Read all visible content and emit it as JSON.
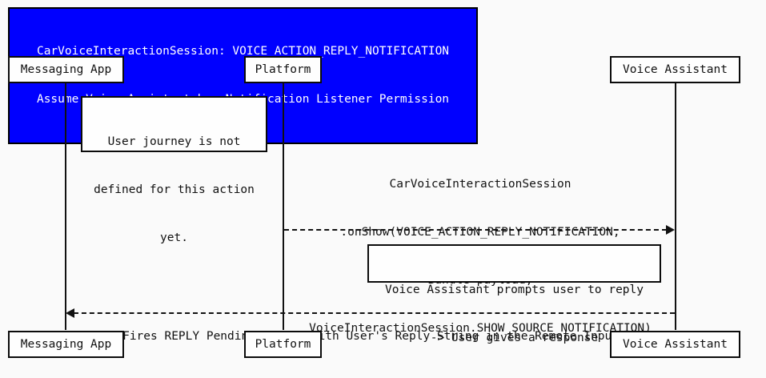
{
  "diagram": {
    "kind": "sequence-diagram",
    "background_color": "#fafafa",
    "line_color": "#111111",
    "title": {
      "background_color": "#0000FF",
      "text_color": "#FFFFFF",
      "lines": [
        "CarVoiceInteractionSession: VOICE_ACTION_REPLY_NOTIFICATION",
        "Assume Voice Assistant has Notification Listener Permission"
      ]
    },
    "participants": [
      {
        "id": "messaging-app",
        "label": "Messaging App"
      },
      {
        "id": "platform",
        "label": "Platform"
      },
      {
        "id": "voice-assistant",
        "label": "Voice Assistant"
      }
    ],
    "participants_bottom": [
      {
        "id": "messaging-app",
        "label": "Messaging App"
      },
      {
        "id": "platform",
        "label": "Platform"
      },
      {
        "id": "voice-assistant",
        "label": "Voice Assistant"
      }
    ],
    "notes": [
      {
        "id": "note-user-journey",
        "over": "messaging-app",
        "lines": [
          "User journey is not",
          "defined for this action",
          "yet."
        ]
      },
      {
        "id": "note-prompt-user",
        "over": "voice-assistant",
        "lines": [
          "Voice Assistant prompts user to reply",
          "-> User gives a response"
        ]
      }
    ],
    "messages": [
      {
        "id": "msg-onshow",
        "from": "platform",
        "to": "voice-assistant",
        "style": "dashed",
        "direction": "right",
        "lines": [
          "CarVoiceInteractionSession",
          ".onShow(VOICE_ACTION_REPLY_NOTIFICATION,",
          "Bundle payload,",
          "VoiceInteractionSession.SHOW_SOURCE_NOTIFICATION)"
        ]
      },
      {
        "id": "msg-reply-intent",
        "from": "voice-assistant",
        "to": "messaging-app",
        "style": "dashed",
        "direction": "left",
        "lines": [
          "Fires REPLY Pending Intent with User's Reply String in the Remote Input"
        ]
      }
    ]
  }
}
